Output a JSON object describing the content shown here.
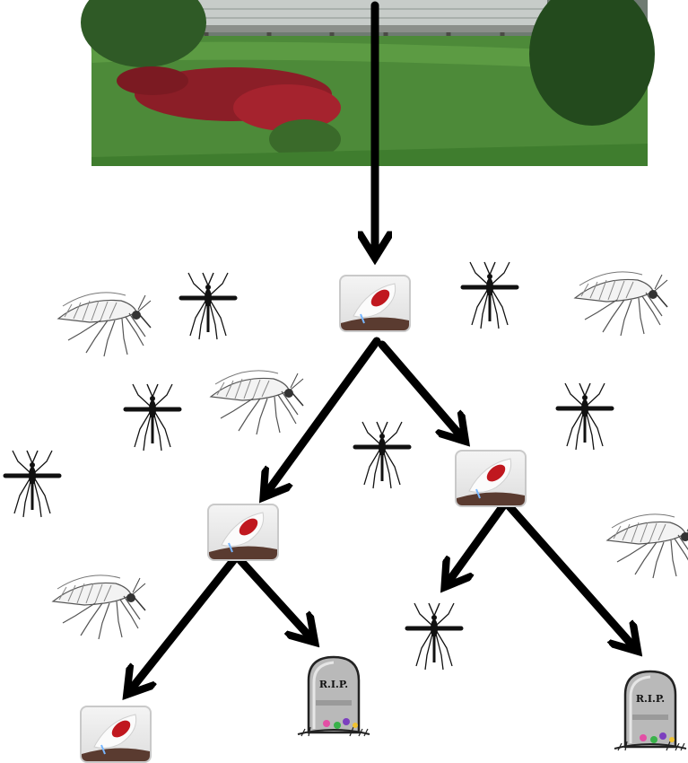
{
  "scene": {
    "photo": "greenhouse-building-with-lawn-photo",
    "root_icon": "mosquito-feeding-on-skin-icon",
    "background_icons": [
      "aedes-mosquito-icon",
      "anopheles-mosquito-icon"
    ]
  },
  "tombstones": [
    {
      "text": "R.I.P."
    },
    {
      "text": "R.I.P."
    }
  ],
  "colors": {
    "arrow": "#000000",
    "grass": "#3f7d2e",
    "blood": "#c0181f",
    "skin": "#5a3b30"
  }
}
